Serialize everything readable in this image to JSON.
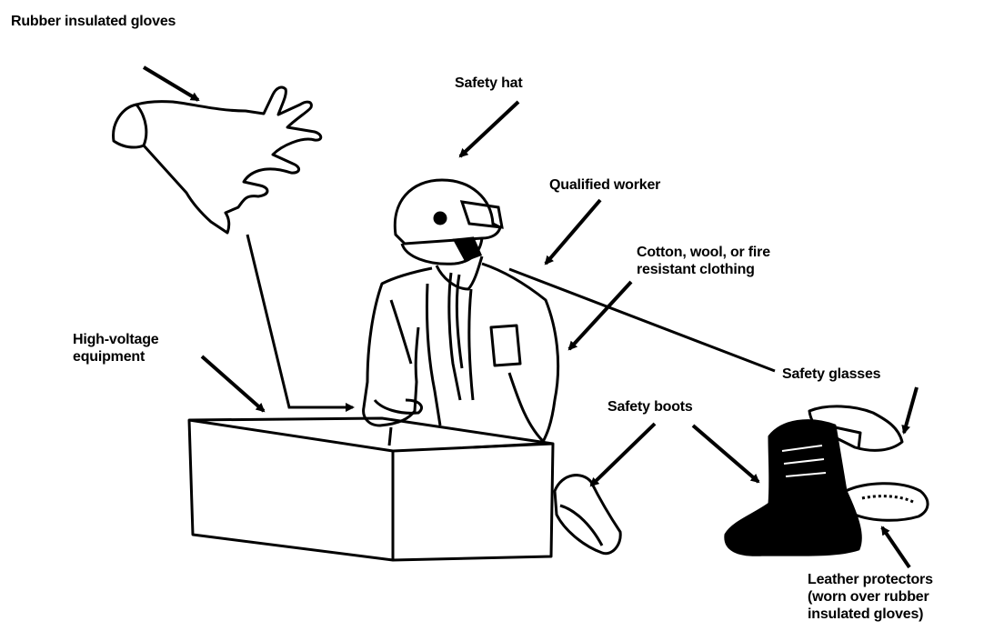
{
  "labels": {
    "rubber_gloves": "Rubber insulated gloves",
    "safety_hat": "Safety hat",
    "qualified_worker": "Qualified worker",
    "clothing_line1": "Cotton, wool, or fire",
    "clothing_line2": "resistant clothing",
    "hv_line1": "High-voltage",
    "hv_line2": "equipment",
    "safety_glasses": "Safety glasses",
    "safety_boots": "Safety boots",
    "leather_line1": "Leather protectors",
    "leather_line2": "(worn over rubber",
    "leather_line3": "insulated gloves)"
  },
  "colors": {
    "ink": "#000000",
    "background": "#ffffff"
  }
}
